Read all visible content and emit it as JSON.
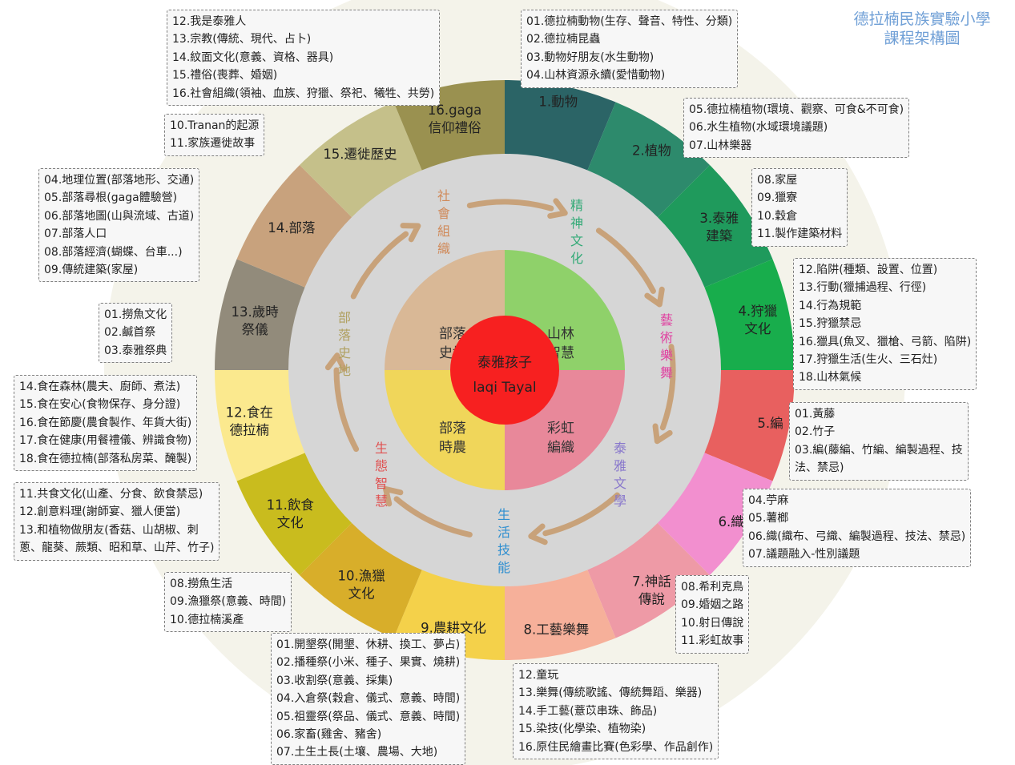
{
  "title": [
    "德拉楠民族實驗小學",
    "課程架構圖"
  ],
  "center": {
    "line1": "泰雅孩子",
    "line2": "laqi Tayal",
    "color": "#f72020"
  },
  "quadrants": [
    {
      "label": [
        "山林",
        "智慧"
      ],
      "color": "#8fd16a"
    },
    {
      "label": [
        "彩虹",
        "編織"
      ],
      "color": "#e8889a"
    },
    {
      "label": [
        "部落",
        "時農"
      ],
      "color": "#f0d65a"
    },
    {
      "label": [
        "部落",
        "史地"
      ],
      "color": "#d9b896"
    }
  ],
  "ring_labels": [
    {
      "text": "精神文化",
      "color": "#33aa77"
    },
    {
      "text": "藝術樂舞",
      "color": "#e040a0"
    },
    {
      "text": "泰雅文學",
      "color": "#8877cc"
    },
    {
      "text": "生活技能",
      "color": "#2f8fd0"
    },
    {
      "text": "生態智慧",
      "color": "#e05050"
    },
    {
      "text": "部落史地",
      "color": "#b0a060"
    },
    {
      "text": "社會組織",
      "color": "#d08a5a"
    }
  ],
  "segments": [
    {
      "label": [
        "1.動物"
      ],
      "color": "#2b6466"
    },
    {
      "label": [
        "2.植物"
      ],
      "color": "#2d8a6c"
    },
    {
      "label": [
        "3.泰雅",
        "建築"
      ],
      "color": "#1f9a5c"
    },
    {
      "label": [
        "4.狩獵",
        "文化"
      ],
      "color": "#18ad4c"
    },
    {
      "label": [
        "5.編"
      ],
      "color": "#e8605f"
    },
    {
      "label": [
        "6.織"
      ],
      "color": "#f28fcf"
    },
    {
      "label": [
        "7.神話",
        "傳說"
      ],
      "color": "#ee9aa6"
    },
    {
      "label": [
        "8.工藝樂舞"
      ],
      "color": "#f6b09a"
    },
    {
      "label": [
        "9.農耕文化"
      ],
      "color": "#f4d14a"
    },
    {
      "label": [
        "10.漁獵",
        "文化"
      ],
      "color": "#d8ae2a"
    },
    {
      "label": [
        "11.飲食",
        "文化"
      ],
      "color": "#c9bc1e"
    },
    {
      "label": [
        "12.食在",
        "德拉楠"
      ],
      "color": "#fbe98e"
    },
    {
      "label": [
        "13.歲時",
        "祭儀"
      ],
      "color": "#928b7b"
    },
    {
      "label": [
        "14.部落"
      ],
      "color": "#c8a27d"
    },
    {
      "label": [
        "15.遷徙歷史"
      ],
      "color": "#c5c08a"
    },
    {
      "label": [
        "16.gaga",
        "信仰禮俗"
      ],
      "color": "#9a9150"
    }
  ],
  "boxes": [
    {
      "items": [
        "01.德拉楠動物(生存、聲音、特性、分類)",
        "02.德拉楠昆蟲",
        "03.動物好朋友(水生動物)",
        "04.山林資源永續(愛惜動物)"
      ]
    },
    {
      "items": [
        "05.德拉楠植物(環境、觀察、可食&不可食)",
        "06.水生植物(水域環境議題)",
        "07.山林樂器"
      ]
    },
    {
      "items": [
        "08.家屋",
        "09.獵寮",
        "10.穀倉",
        "11.製作建築材料"
      ]
    },
    {
      "items": [
        "12.陷阱(種類、設置、位置)",
        "13.行動(獵捕過程、行徑)",
        "14.行為規範",
        "15.狩獵禁忌",
        "16.獵具(魚叉、獵槍、弓箭、陷阱)",
        "17.狩獵生活(生火、三石灶)",
        "18.山林氣候"
      ]
    },
    {
      "items": [
        "01.黃藤",
        "02.竹子",
        "03.編(藤編、竹編、編製過程、技",
        "法、禁忌)"
      ]
    },
    {
      "items": [
        "04.苧麻",
        "05.薯榔",
        "06.織(織布、弓織、編製過程、技法、禁忌)",
        "07.議題融入-性別議題"
      ]
    },
    {
      "items": [
        "08.希利克鳥",
        "09.婚姻之路",
        "10.射日傳說",
        "11.彩虹故事"
      ]
    },
    {
      "items": [
        "12.童玩",
        "13.樂舞(傳統歌謠、傳統舞蹈、樂器)",
        "14.手工藝(薏苡串珠、飾品)",
        "15.染技(化學染、植物染)",
        "16.原住民繪畫比賽(色彩學、作品創作)"
      ]
    },
    {
      "items": [
        "01.開墾祭(開墾、休耕、換工、夢占)",
        "02.播種祭(小米、種子、果實、燒耕)",
        "03.收割祭(意義、採集)",
        "04.入倉祭(穀倉、儀式、意義、時間)",
        "05.祖靈祭(祭品、儀式、意義、時間)",
        "06.家畜(雞舍、豬舍)",
        "07.土生土長(土壤、農場、大地)"
      ]
    },
    {
      "items": [
        "08.撈魚生活",
        "09.漁獵祭(意義、時間)",
        "10.德拉楠溪產"
      ]
    },
    {
      "items": [
        "11.共食文化(山產、分食、飲食禁忌)",
        "12.創意料理(謝師宴、獵人便當)",
        "13.和植物做朋友(香菇、山胡椒、刺",
        "蔥、龍葵、蕨類、昭和草、山芹、竹子)"
      ]
    },
    {
      "items": [
        "14.食在森林(農夫、廚師、煮法)",
        "15.食在安心(食物保存、身分證)",
        "16.食在節慶(農食製作、年貨大街)",
        "17.食在健康(用餐禮儀、辨識食物)",
        "18.食在德拉楠(部落私房菜、醃製)"
      ]
    },
    {
      "items": [
        "01.撈魚文化",
        "02.鹹首祭",
        "03.泰雅祭典"
      ]
    },
    {
      "items": [
        "04.地理位置(部落地形、交通)",
        "05.部落尋根(gaga體驗營)",
        "06.部落地圖(山與流域、古道)",
        "07.部落人口",
        "08.部落經濟(蝴蝶、台車...)",
        "09.傳統建築(家屋)"
      ]
    },
    {
      "items": [
        "10.Tranan的起源",
        "11.家族遷徙故事"
      ]
    },
    {
      "items": [
        "12.我是泰雅人",
        "13.宗教(傳統、現代、占卜)",
        "14.紋面文化(意義、資格、器具)",
        "15.禮俗(喪葬、婚姻)",
        "16.社會組織(領袖、血族、狩獵、祭祀、犧牲、共勞)"
      ]
    }
  ]
}
